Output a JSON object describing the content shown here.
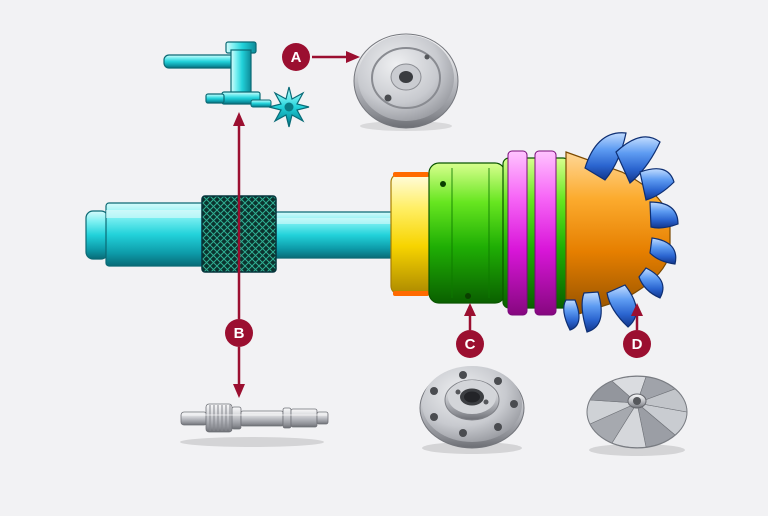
{
  "diagram": {
    "labels": {
      "a": "A",
      "b": "B",
      "c": "C",
      "d": "D"
    },
    "colors": {
      "background": "#f2f2f4",
      "accent": "#9b0f30",
      "shaft_cyan": "#22d2da",
      "body_green": "#1fae04",
      "ring_yellow": "#f7d400",
      "ring_magenta": "#d916d9",
      "hub_orange": "#e67f00",
      "blade_blue": "#2a64cf",
      "metal_silver": "#c8cacf"
    },
    "parts": {
      "a": "thrust-collar-disc",
      "b": "rotor-shaft",
      "c": "bearing-housing-flange",
      "d": "compressor-wheel"
    }
  }
}
